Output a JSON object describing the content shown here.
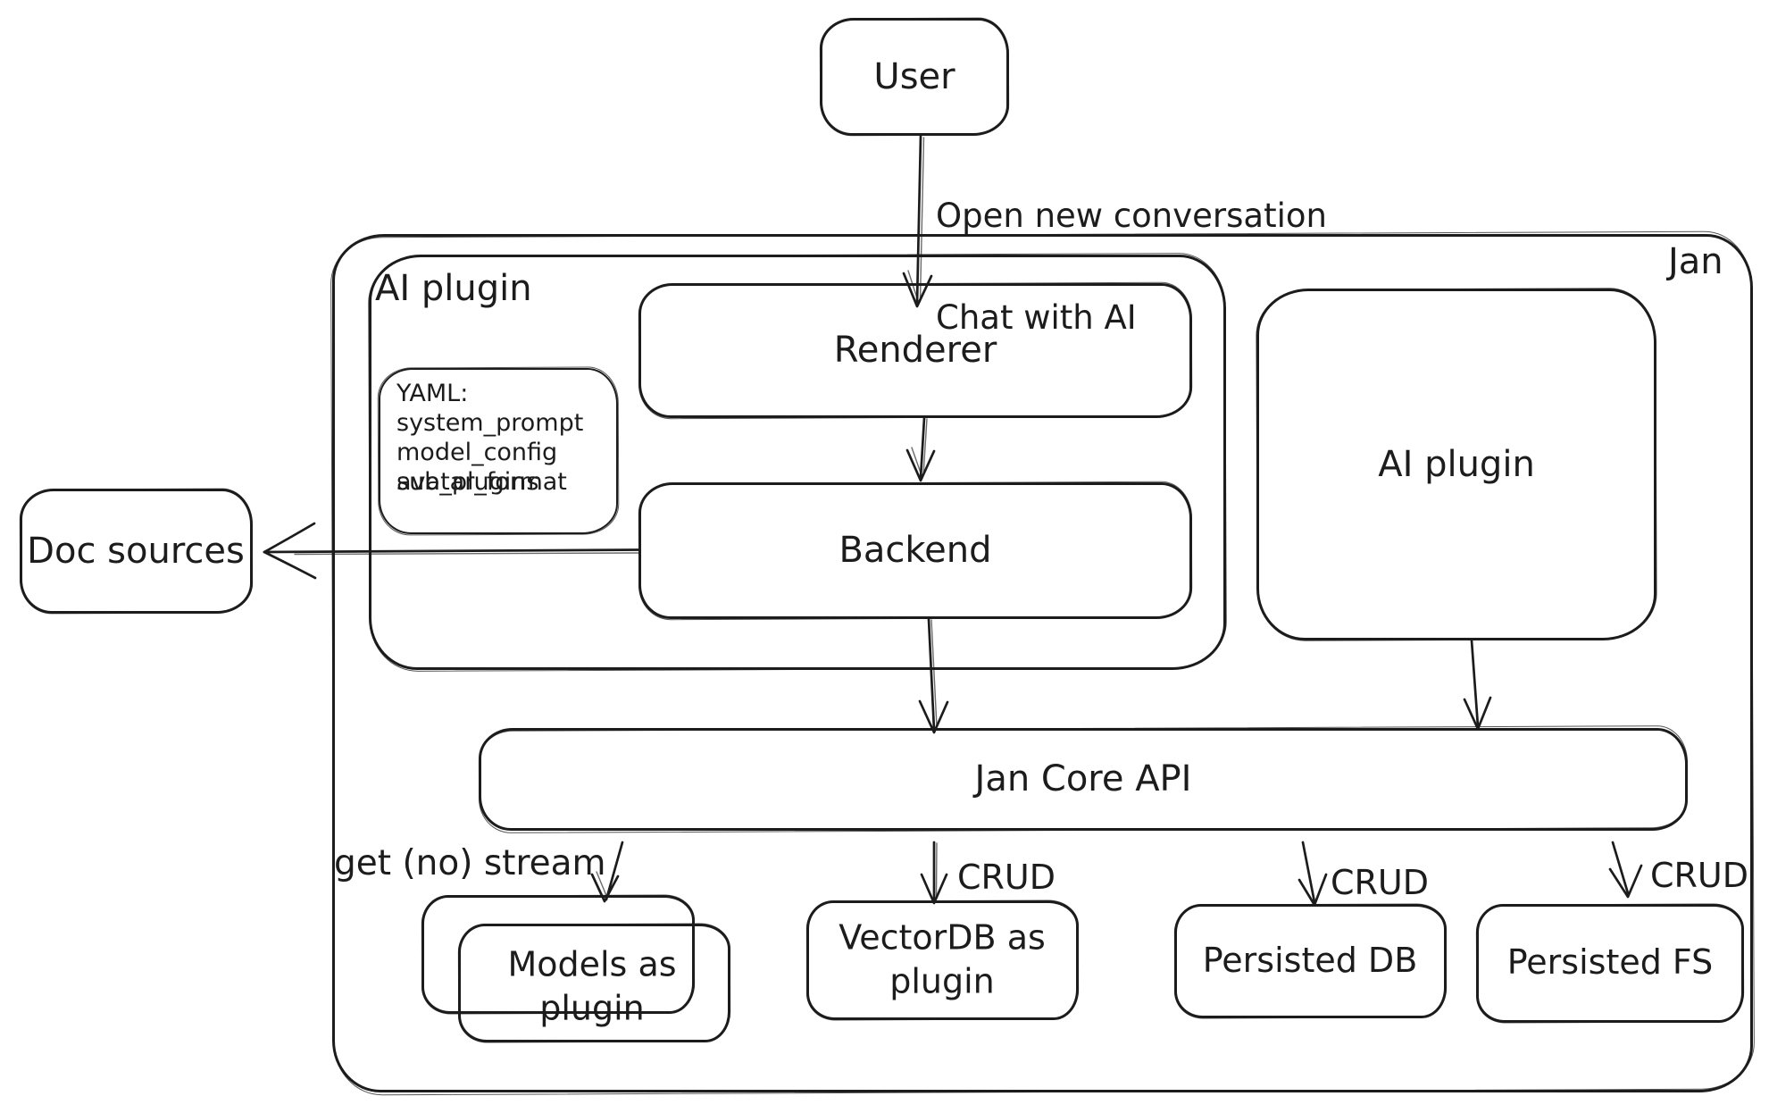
{
  "canvas": {
    "background": "#ffffff",
    "ink": "#1c1c1c"
  },
  "nodes": {
    "user": {
      "label": "User"
    },
    "jan_container": {
      "label": "Jan"
    },
    "ai_plugin_group": {
      "label": "AI plugin"
    },
    "renderer": {
      "label": "Renderer"
    },
    "backend": {
      "label": "Backend"
    },
    "ai_plugin_box": {
      "label": "AI plugin"
    },
    "doc_sources": {
      "label": "Doc sources"
    },
    "jan_core_api": {
      "label": "Jan Core API"
    },
    "models_as_plugin": {
      "label": "Models as plugin"
    },
    "vectordb_as_plugin": {
      "label": "VectorDB as plugin"
    },
    "persisted_db": {
      "label": "Persisted DB"
    },
    "persisted_fs": {
      "label": "Persisted FS"
    }
  },
  "yaml_note": {
    "title": "YAML:",
    "lines": [
      "system_prompt",
      "model_config",
      "avatar_format",
      "sub_plugins"
    ]
  },
  "edge_labels": {
    "user_to_renderer_line1": "Open new conversation",
    "user_to_renderer_line2": "Chat with AI",
    "core_to_models": "get (no) stream",
    "core_to_vectordb": "CRUD",
    "core_to_persisted_db": "CRUD",
    "core_to_persisted_fs": "CRUD"
  }
}
